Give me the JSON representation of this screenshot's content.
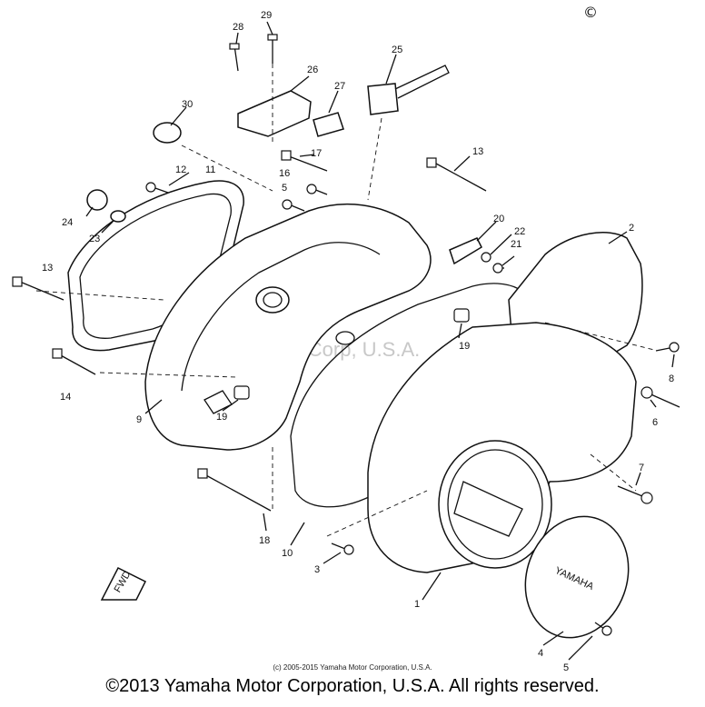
{
  "corner_mark": "©",
  "watermark_text": "Yamaha Motor Corp, U.S.A.",
  "direction_marker": "FWD",
  "cover_text": "YAMAHA",
  "small_copyright": "(c) 2005-2015 Yamaha Motor Corporation, U.S.A.",
  "footer_copyright": "©2013 Yamaha Motor Corporation, U.S.A. All rights reserved.",
  "callouts": {
    "c28": "28",
    "c29": "29",
    "c26": "26",
    "c27": "27",
    "c25": "25",
    "c30": "30",
    "c17": "17",
    "c13a": "13",
    "c16": "16",
    "c12": "12",
    "c11": "11",
    "c5a": "5",
    "c20": "20",
    "c22": "22",
    "c21": "21",
    "c2": "2",
    "c24": "24",
    "c23": "23",
    "c13b": "13",
    "c19a": "19",
    "c8": "8",
    "c14": "14",
    "c6": "6",
    "c9": "9",
    "c19b": "19",
    "c7": "7",
    "c18": "18",
    "c10": "10",
    "c3": "3",
    "c1": "1",
    "c4": "4",
    "c5b": "5"
  }
}
